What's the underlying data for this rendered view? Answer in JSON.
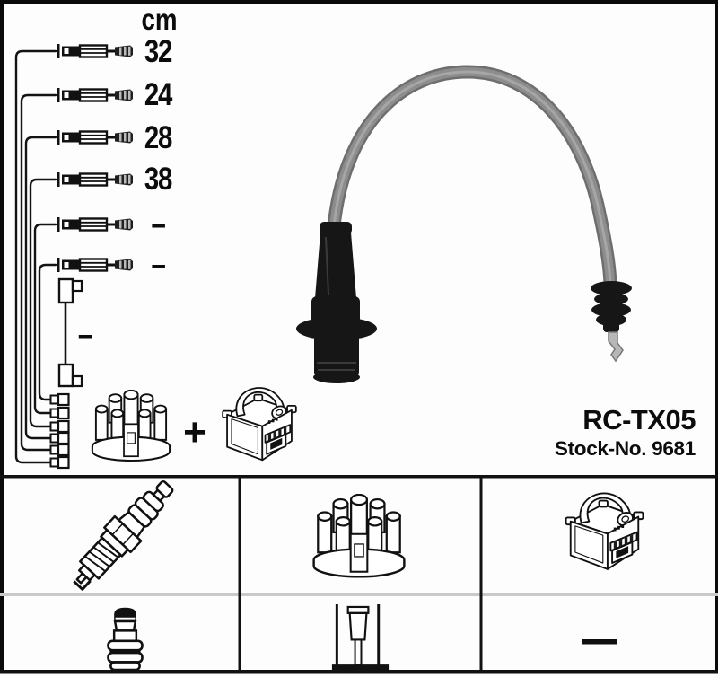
{
  "length_table": {
    "unit": "cm",
    "lengths": [
      "32",
      "24",
      "28",
      "38",
      "–",
      "–"
    ],
    "coil_wire_length": "–"
  },
  "kit": {
    "plus_sign": "+"
  },
  "product": {
    "model": "RC-TX05",
    "stock_no": "Stock-No. 9681"
  },
  "compatibility_grid": {
    "row1_icons": [
      "spark-plug",
      "distributor-cap",
      "ignition-coil"
    ],
    "row2_icons": [
      "terminal-nut",
      "pin-terminal",
      "dash"
    ]
  },
  "colors": {
    "line_black": "#111111",
    "cable_gray": "#8d8d8d",
    "boot_black": "#161616",
    "grid_divider_gray": "#c9c9c9",
    "background": "#fdfdfd"
  }
}
